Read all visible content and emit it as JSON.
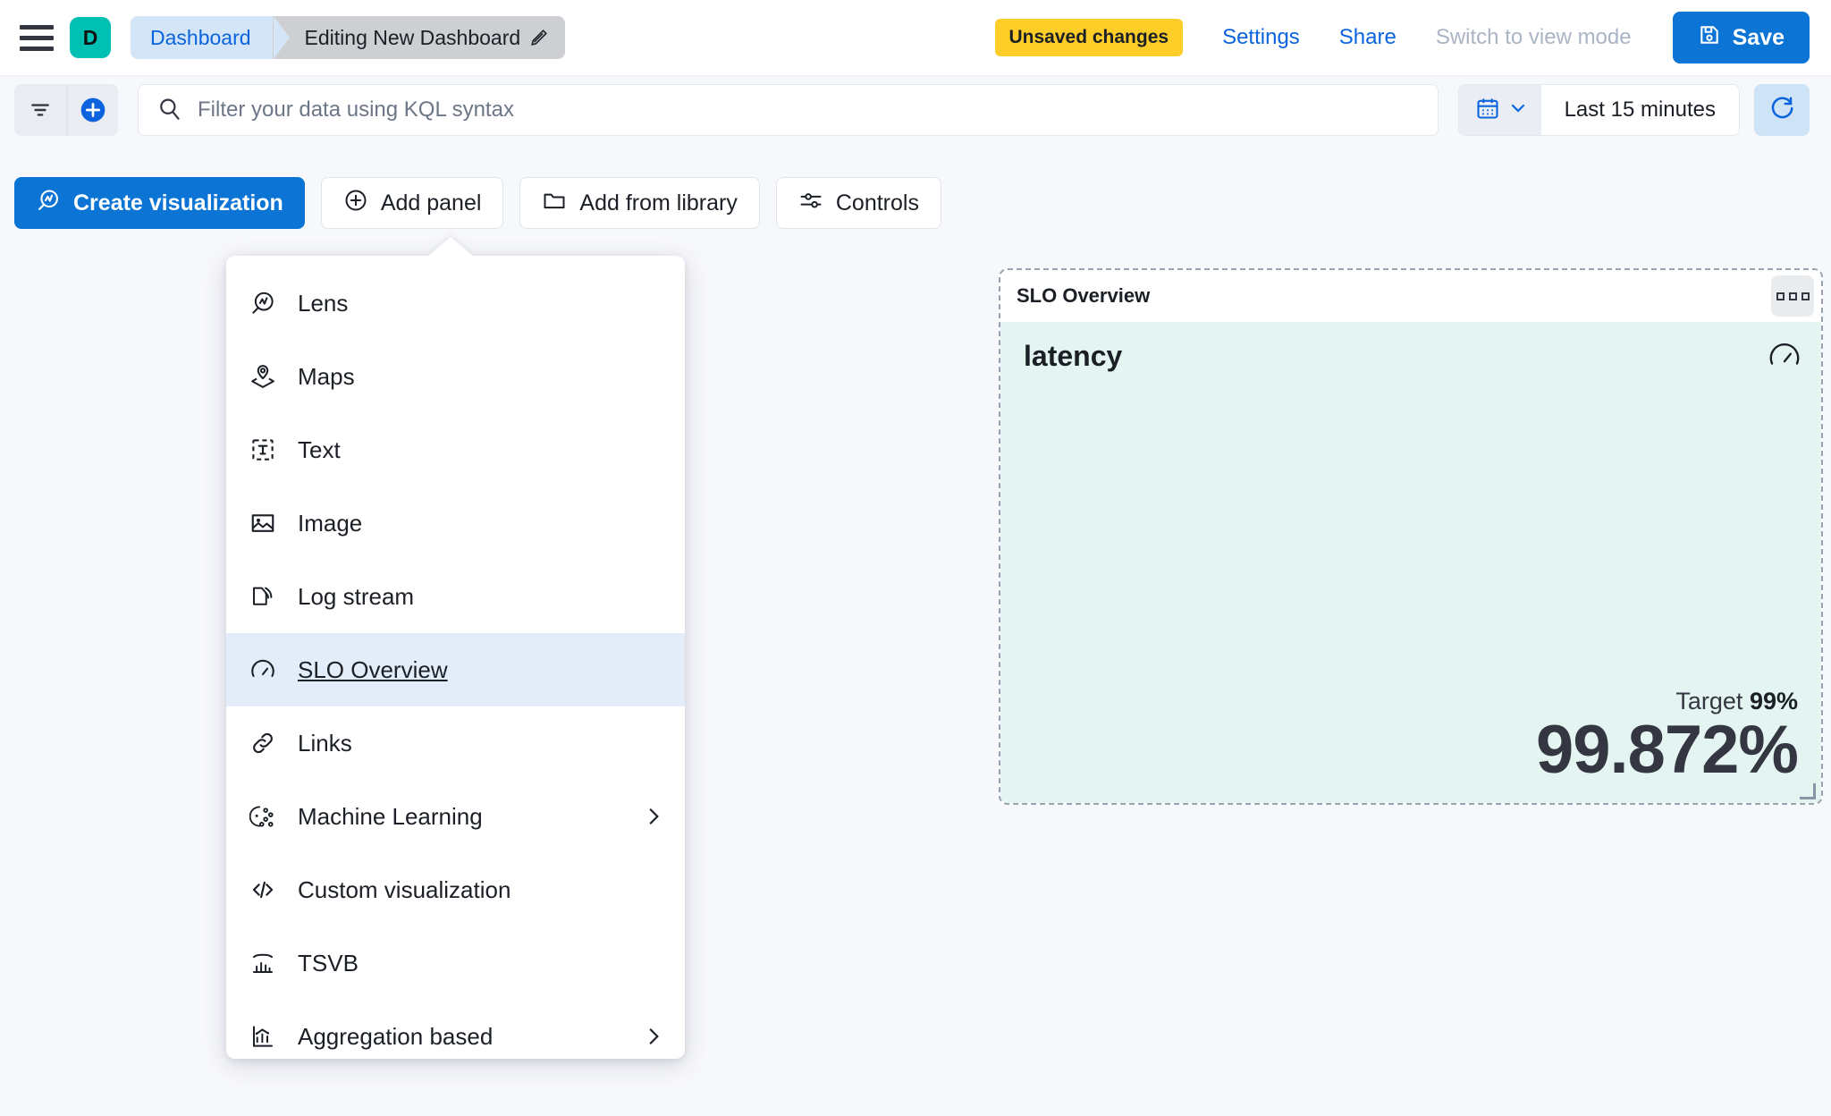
{
  "header": {
    "menu_icon": "hamburger-icon",
    "space_avatar": "D",
    "breadcrumbs": [
      {
        "label": "Dashboard",
        "icon": ""
      },
      {
        "label": "Editing New Dashboard",
        "icon": "pencil-icon"
      }
    ],
    "unsaved_badge": "Unsaved changes",
    "settings_link": "Settings",
    "share_link": "Share",
    "view_mode_link": "Switch to view mode",
    "save_label": "Save",
    "save_icon": "save-disk-icon"
  },
  "querybar": {
    "filter_icon": "filter-icon",
    "add_filter_icon": "plus-circle-icon",
    "search_icon": "search-icon",
    "search_value": "",
    "search_placeholder": "Filter your data using KQL syntax",
    "calendar_icon": "calendar-icon",
    "calendar_chevron": "chevron-down-icon",
    "time_range": "Last 15 minutes",
    "refresh_icon": "refresh-icon"
  },
  "toolbar": {
    "create_visualization": "Create visualization",
    "add_panel": "Add panel",
    "add_from_library": "Add from library",
    "controls": "Controls"
  },
  "add_panel_menu": {
    "items": [
      {
        "label": "Lens",
        "icon": "lens-icon",
        "active": false,
        "submenu": false
      },
      {
        "label": "Maps",
        "icon": "maps-pin-layers-icon",
        "active": false,
        "submenu": false
      },
      {
        "label": "Text",
        "icon": "text-box-icon",
        "active": false,
        "submenu": false
      },
      {
        "label": "Image",
        "icon": "image-icon",
        "active": false,
        "submenu": false
      },
      {
        "label": "Log stream",
        "icon": "log-stream-icon",
        "active": false,
        "submenu": false
      },
      {
        "label": "SLO Overview",
        "icon": "gauge-icon",
        "active": true,
        "submenu": false
      },
      {
        "label": "Links",
        "icon": "link-icon",
        "active": false,
        "submenu": false
      },
      {
        "label": "Machine Learning",
        "icon": "machine-learning-icon",
        "active": false,
        "submenu": true
      },
      {
        "label": "Custom visualization",
        "icon": "code-brackets-icon",
        "active": false,
        "submenu": false
      },
      {
        "label": "TSVB",
        "icon": "tsvb-bars-icon",
        "active": false,
        "submenu": false
      },
      {
        "label": "Aggregation based",
        "icon": "aggregation-chart-icon",
        "active": false,
        "submenu": true
      }
    ]
  },
  "slo_panel": {
    "title": "SLO Overview",
    "context_menu_icon": "panel-context-menu-icon",
    "metric_name": "latency",
    "gauge_icon": "gauge-icon",
    "target_label": "Target",
    "target_value": "99%",
    "sli_value": "99.872%"
  },
  "colors": {
    "primary": "#0b74d4",
    "link": "#0b64dd",
    "warning_badge": "#fecd27",
    "space_avatar": "#00bfb3",
    "slo_body_bg": "#e3f4f1",
    "menu_active_bg": "#e3ecf9",
    "page_bg": "#f7f8fc"
  }
}
